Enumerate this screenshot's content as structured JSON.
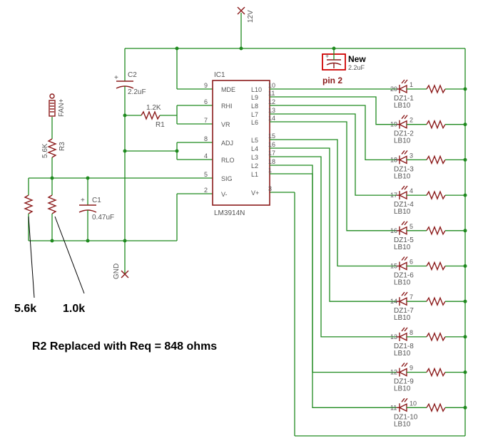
{
  "supply": {
    "vcc_label": "12V",
    "gnd_label": "GND"
  },
  "ic": {
    "ref": "IC1",
    "part": "LM3914N",
    "left_pins": [
      {
        "num": "9",
        "name": "MDE"
      },
      {
        "num": "6",
        "name": "RHI"
      },
      {
        "num": "7",
        "name": "VR"
      },
      {
        "num": "8",
        "name": "ADJ"
      },
      {
        "num": "4",
        "name": "RLO"
      },
      {
        "num": "5",
        "name": "SIG"
      },
      {
        "num": "2",
        "name": "V-"
      }
    ],
    "right_pins": [
      {
        "num": "10",
        "name": "L10"
      },
      {
        "num": "11",
        "name": "L9"
      },
      {
        "num": "12",
        "name": "L8"
      },
      {
        "num": "13",
        "name": "L7"
      },
      {
        "num": "14",
        "name": "L6"
      },
      {
        "num": "15",
        "name": "L5"
      },
      {
        "num": "16",
        "name": "L4"
      },
      {
        "num": "17",
        "name": "L3"
      },
      {
        "num": "18",
        "name": "L2"
      },
      {
        "num": "1",
        "name": "L1"
      },
      {
        "num": "3",
        "name": "V+"
      }
    ]
  },
  "components": {
    "c2": {
      "ref": "C2",
      "value": "2.2uF",
      "plus": "+"
    },
    "c1": {
      "ref": "C1",
      "value": "0.47uF",
      "plus": "+"
    },
    "r1": {
      "ref": "R1",
      "value": "1.2K"
    },
    "r3": {
      "ref": "R3",
      "value": "5.6K"
    },
    "fan": {
      "label": "FAN+"
    },
    "new_cap": {
      "title": "New",
      "value": "2.2uF",
      "pin_note": "pin 2",
      "plus": "+"
    }
  },
  "leds": [
    {
      "pin_a": "20",
      "pin_b": "1",
      "ref": "DZ1-1",
      "part": "LB10"
    },
    {
      "pin_a": "19",
      "pin_b": "2",
      "ref": "DZ1-2",
      "part": "LB10"
    },
    {
      "pin_a": "18",
      "pin_b": "3",
      "ref": "DZ1-3",
      "part": "LB10"
    },
    {
      "pin_a": "17",
      "pin_b": "4",
      "ref": "DZ1-4",
      "part": "LB10"
    },
    {
      "pin_a": "16",
      "pin_b": "5",
      "ref": "DZ1-5",
      "part": "LB10"
    },
    {
      "pin_a": "15",
      "pin_b": "6",
      "ref": "DZ1-6",
      "part": "LB10"
    },
    {
      "pin_a": "14",
      "pin_b": "7",
      "ref": "DZ1-7",
      "part": "LB10"
    },
    {
      "pin_a": "13",
      "pin_b": "8",
      "ref": "DZ1-8",
      "part": "LB10"
    },
    {
      "pin_a": "12",
      "pin_b": "9",
      "ref": "DZ1-9",
      "part": "LB10"
    },
    {
      "pin_a": "11",
      "pin_b": "10",
      "ref": "DZ1-10",
      "part": "LB10"
    }
  ],
  "annotations": {
    "res_a": "5.6k",
    "res_b": "1.0k",
    "note": "R2 Replaced with Req = 848 ohms"
  }
}
